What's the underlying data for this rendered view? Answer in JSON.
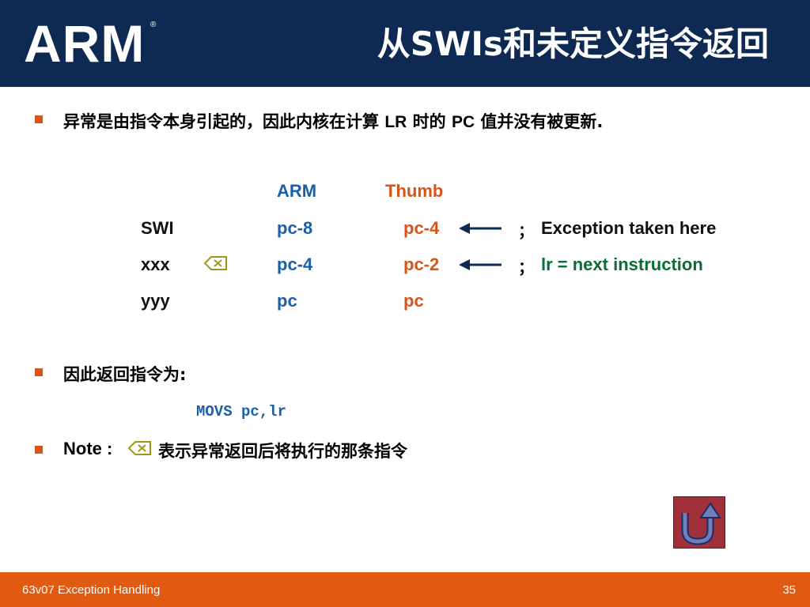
{
  "header": {
    "logo": "ARM",
    "title": "从SWIs和未定义指令返回"
  },
  "bullets": {
    "b1": {
      "text_a": "异常是由指令本身引起的，因此内核在计算 ",
      "text_b": "LR",
      "text_c": " 时的 ",
      "text_d": "PC",
      "text_e": " 值并没有被更新."
    },
    "b2": "因此返回指令为:",
    "b3": {
      "label": "Note :",
      "text": "表示异常返回后将执行的那条指令"
    }
  },
  "table": {
    "col_arm": "ARM",
    "col_thumb": "Thumb",
    "rows": [
      {
        "instr": "SWI",
        "arm": "pc-8",
        "thumb": "pc-4",
        "sep": "；",
        "comment": "Exception taken here"
      },
      {
        "instr": "xxx",
        "arm": "pc-4",
        "thumb": "pc-2",
        "sep": "；",
        "comment": "lr = next instruction"
      },
      {
        "instr": "yyy",
        "arm": "pc",
        "thumb": "pc"
      }
    ]
  },
  "code": "MOVS pc,lr",
  "footer": {
    "left": "63v07 Exception Handling",
    "right": "35"
  },
  "colors": {
    "header_bg": "#0e2a52",
    "accent_orange": "#d9541b",
    "blue_text": "#1a5fa8",
    "green_text": "#0d6b3a",
    "footer_bg": "#e05a12",
    "return_button": "#a0303a"
  },
  "icons": {
    "delete": "delete-left-icon",
    "return": "u-turn-return-icon"
  }
}
